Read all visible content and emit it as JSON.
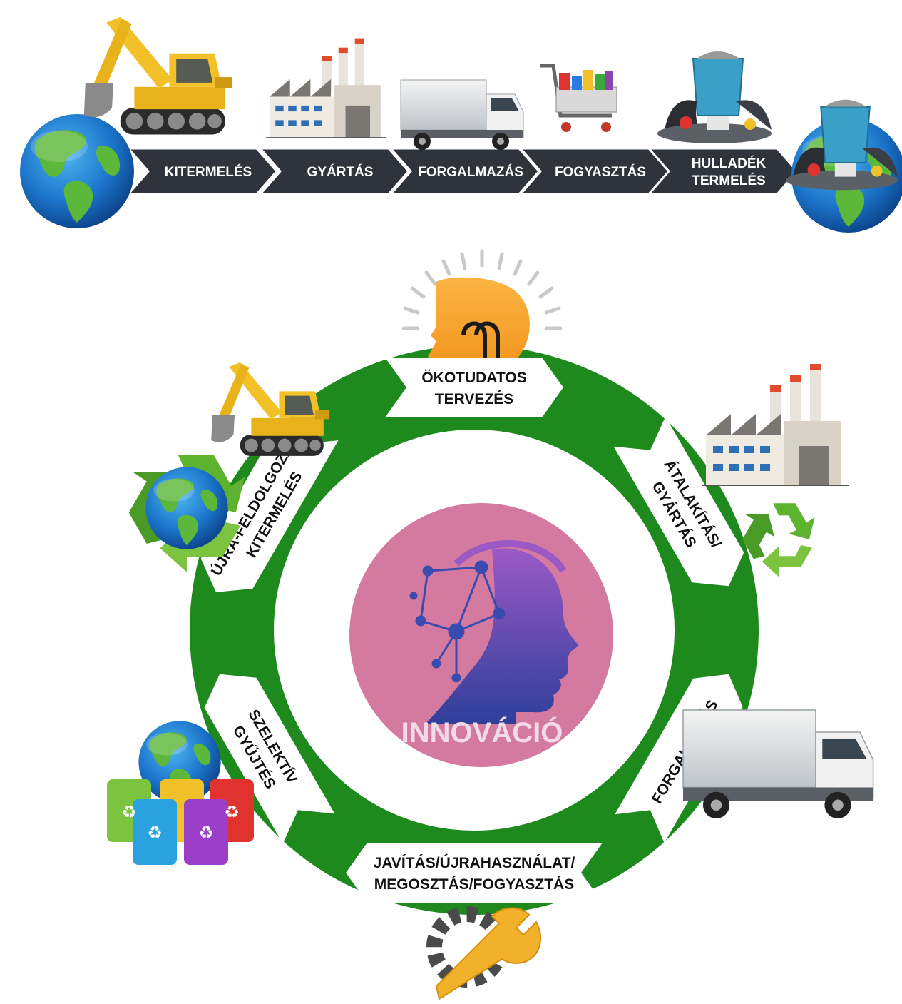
{
  "linear": {
    "steps": [
      {
        "lines": [
          "KITERMELÉS"
        ]
      },
      {
        "lines": [
          "GYÁRTÁS"
        ]
      },
      {
        "lines": [
          "FORGALMAZÁS"
        ]
      },
      {
        "lines": [
          "FOGYASZTÁS"
        ]
      },
      {
        "lines": [
          "HULLADÉK",
          "TERMELÉS"
        ]
      }
    ]
  },
  "circular": {
    "center_label": "INNOVÁCIÓ",
    "steps": [
      {
        "lines": [
          "ÖKOTUDATOS",
          "TERVEZÉS"
        ]
      },
      {
        "lines": [
          "ÁTALAKÍTÁS/",
          "GYÁRTÁS"
        ]
      },
      {
        "lines": [
          "FORGALMAZÁS"
        ]
      },
      {
        "lines": [
          "JAVÍTÁS/ÚJRAHASZNÁLAT/",
          "MEGOSZTÁS/FOGYASZTÁS"
        ]
      },
      {
        "lines": [
          "SZELEKTÍV",
          "GYŰJTÉS"
        ]
      },
      {
        "lines": [
          "ÚJRA-FELDOLGOZÁS/",
          "KITERMELÉS"
        ]
      }
    ]
  },
  "colors": {
    "ring": "#1e8a1e",
    "chevron": "#2f333b",
    "center_circle": "#d4799f",
    "bulb": "#f39a1e",
    "head_gradient_top": "#9b59c6",
    "head_gradient_bottom": "#2e3f9a",
    "globe_ocean": "#1b74c9",
    "globe_land": "#5cb83a"
  },
  "icons": [
    "earth-globe-icon",
    "excavator-icon",
    "factory-icon",
    "truck-icon",
    "shopping-cart-icon",
    "garbage-pile-icon",
    "lightbulb-head-icon",
    "recycle-icon",
    "recycling-bins-icon",
    "wrench-gear-icon",
    "ai-head-icon"
  ]
}
